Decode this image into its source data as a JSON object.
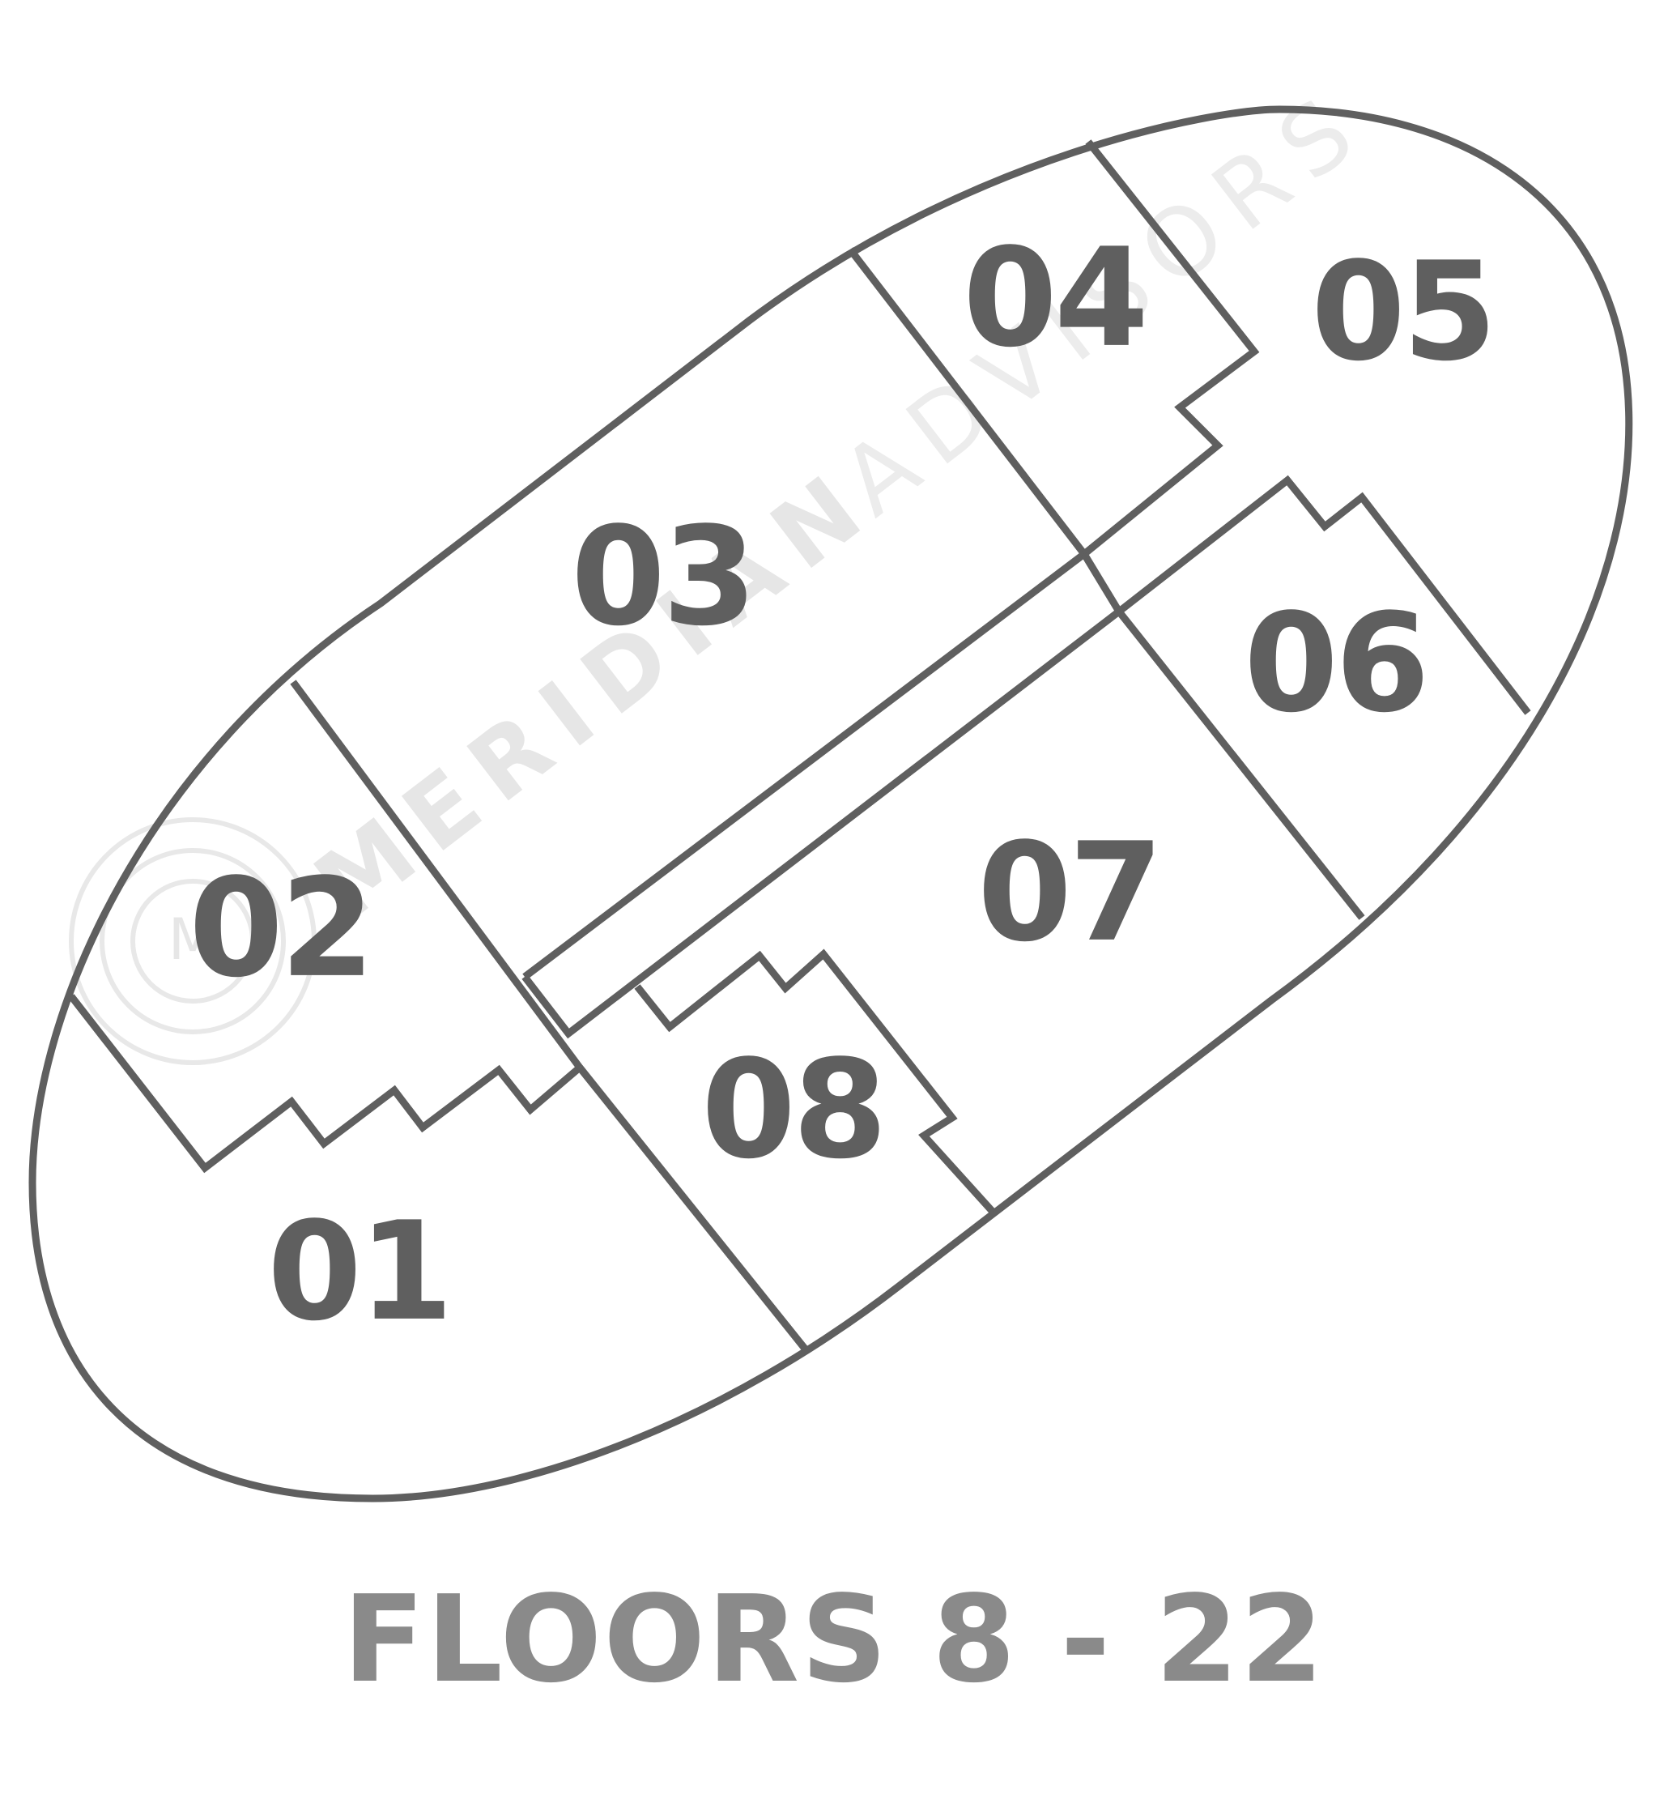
{
  "watermark": {
    "brand_main": "MERIDIAN",
    "brand_sub": "ADVISORS",
    "monogram": "M",
    "color": "#e6e6e6"
  },
  "units": [
    {
      "id": "01",
      "label": "01"
    },
    {
      "id": "02",
      "label": "02"
    },
    {
      "id": "03",
      "label": "03"
    },
    {
      "id": "04",
      "label": "04"
    },
    {
      "id": "05",
      "label": "05"
    },
    {
      "id": "06",
      "label": "06"
    },
    {
      "id": "07",
      "label": "07"
    },
    {
      "id": "08",
      "label": "08"
    }
  ],
  "caption": "FLOORS 8 - 22",
  "colors": {
    "wall": "#5f5f5f",
    "label": "#5f5f5f",
    "caption": "#8a8a8a"
  }
}
